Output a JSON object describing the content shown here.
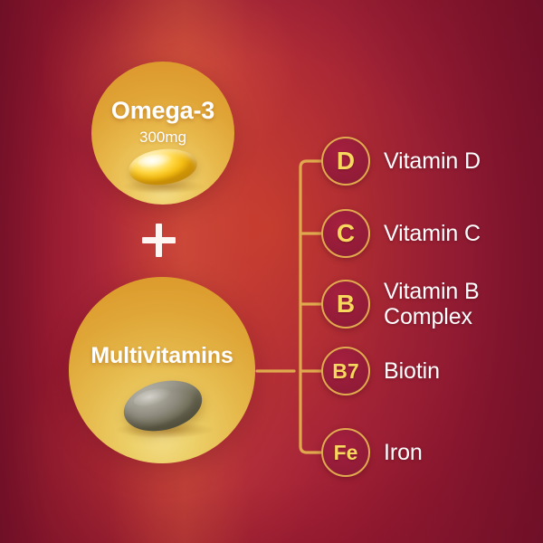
{
  "theme": {
    "bg_dark_red": "#9c1b32",
    "bg_glow_red": "#c9402f",
    "pill_gold": "#e0a436",
    "badge_maroon": "#981d3a",
    "badge_ring_gold": "#e2aa4f",
    "badge_letter_gold": "#f8d75e",
    "connector_gold": "#e0a94e",
    "text_white": "#ffffff"
  },
  "products": [
    {
      "name": "Omega-3",
      "dose": "300mg",
      "pill_icon": "softgel-capsule-icon"
    },
    {
      "name": "Multivitamins",
      "dose": "",
      "pill_icon": "oval-tablet-icon"
    }
  ],
  "combiner": {
    "symbol": "+",
    "icon_name": "plus-icon"
  },
  "nutrients": [
    {
      "code": "D",
      "label": "Vitamin D"
    },
    {
      "code": "C",
      "label": "Vitamin C"
    },
    {
      "code": "B",
      "label": "Vitamin B\nComplex"
    },
    {
      "code": "B7",
      "label": "Biotin"
    },
    {
      "code": "Fe",
      "label": "Iron"
    }
  ]
}
